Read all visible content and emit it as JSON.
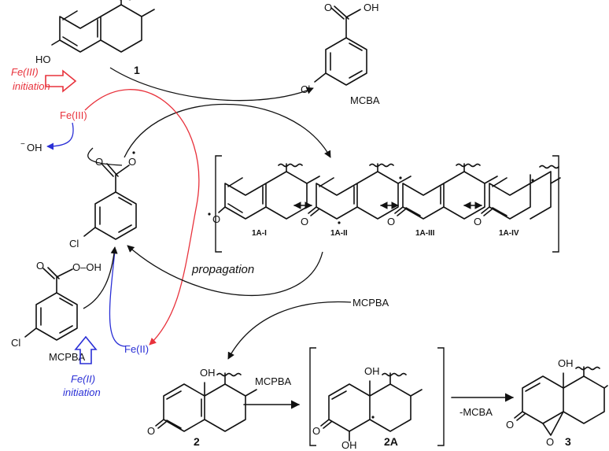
{
  "colors": {
    "black": "#111111",
    "red": "#e8323c",
    "blue": "#2a2fd6",
    "radical": "#111111"
  },
  "compounds": {
    "c1": {
      "label": "1",
      "substituent": "HO"
    },
    "mcba": {
      "label": "MCBA",
      "oh": "OH",
      "cl": "Cl"
    },
    "radical": {
      "cl": "Cl"
    },
    "res1": {
      "label": "1A-I"
    },
    "res2": {
      "label": "1A-II"
    },
    "res3": {
      "label": "1A-III"
    },
    "res4": {
      "label": "1A-IV"
    },
    "mcpba_left": {
      "label": "MCPBA",
      "peroxy": "O–OH",
      "cl": "Cl"
    },
    "c2": {
      "label": "2",
      "oh": "OH"
    },
    "c2a": {
      "label": "2A",
      "oh_top": "OH",
      "oh_bottom": "OH"
    },
    "c3": {
      "label": "3",
      "oh": "OH"
    }
  },
  "atoms": {
    "o": "O",
    "o_radical": "O"
  },
  "reagents": {
    "fe3": "Fe(III)",
    "fe2": "Fe(II)",
    "hydroxide": "OH",
    "hydroxide_charge": "−",
    "mcpba_right": "MCPBA",
    "mcpba_step": "MCPBA",
    "minus_mcba": "-MCBA"
  },
  "annotations": {
    "fe3_initiation": [
      "Fe(III)",
      "initiation"
    ],
    "fe2_initiation": [
      "Fe(II)",
      "initiation"
    ],
    "propagation": "propagation"
  }
}
